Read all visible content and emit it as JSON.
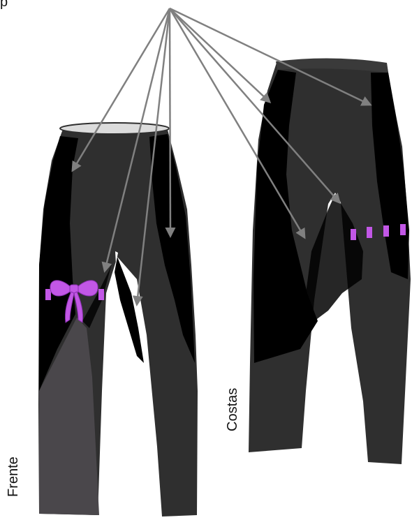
{
  "labels": {
    "top_partial": "p",
    "costas": "Costas",
    "frente": "Frente"
  },
  "colors": {
    "panel_dark": "#2f2f2f",
    "panel_black": "#000000",
    "panel_grey": "#4a474b",
    "waistband": "#dcdcdc",
    "bow": "#c257e6",
    "marks": "#c257e6",
    "arrow": "#808080"
  },
  "icons": {
    "bow": "bow-icon",
    "arrow": "arrow-icon"
  }
}
